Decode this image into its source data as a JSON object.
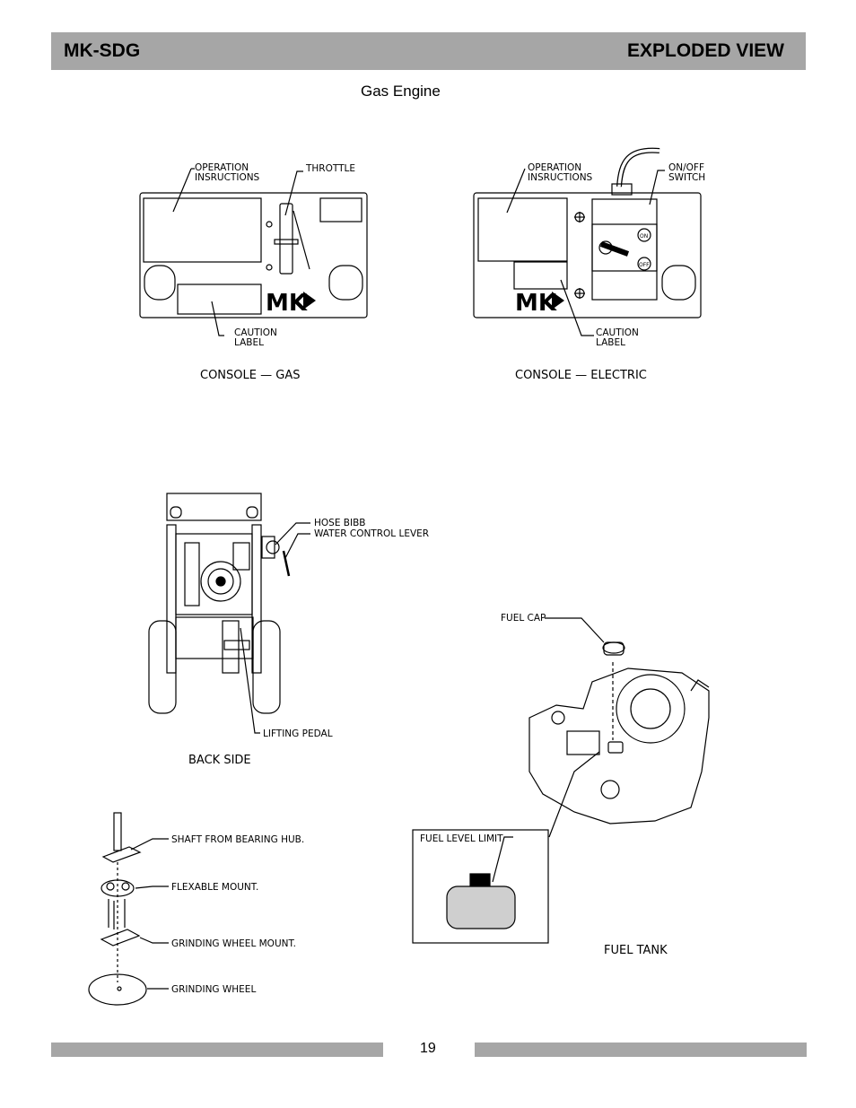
{
  "header": {
    "model": "MK-SDG",
    "section": "EXPLODED VIEW"
  },
  "subtitle": "Gas Engine",
  "console_gas": {
    "caption": "CONSOLE — GAS",
    "labels": {
      "operation_1": "OPERATION",
      "operation_2": "INSRUCTIONS",
      "throttle": "THROTTLE",
      "caution_1": "CAUTION",
      "caution_2": "LABEL"
    }
  },
  "console_electric": {
    "caption": "CONSOLE — ELECTRIC",
    "labels": {
      "operation_1": "OPERATION",
      "operation_2": "INSRUCTIONS",
      "switch_1": "ON/OFF",
      "switch_2": "SWITCH",
      "on": "ON",
      "off": "OFF",
      "caution_1": "CAUTION",
      "caution_2": "LABEL"
    }
  },
  "back_side": {
    "caption": "BACK SIDE",
    "labels": {
      "hose_bibb": "HOSE BIBB",
      "water_lever": "WATER CONTROL LEVER",
      "lifting_pedal": "LIFTING PEDAL"
    }
  },
  "wheel_assembly": {
    "labels": {
      "shaft": "SHAFT FROM BEARING HUB.",
      "flex_mount": "FLEXABLE MOUNT.",
      "wheel_mount": "GRINDING WHEEL MOUNT.",
      "wheel": "GRINDING WHEEL"
    }
  },
  "fuel_tank": {
    "caption": "FUEL TANK",
    "labels": {
      "fuel_cap": "FUEL CAP",
      "fuel_level": "FUEL LEVEL LIMIT"
    }
  },
  "logo_text": "MK",
  "page_number": "19"
}
